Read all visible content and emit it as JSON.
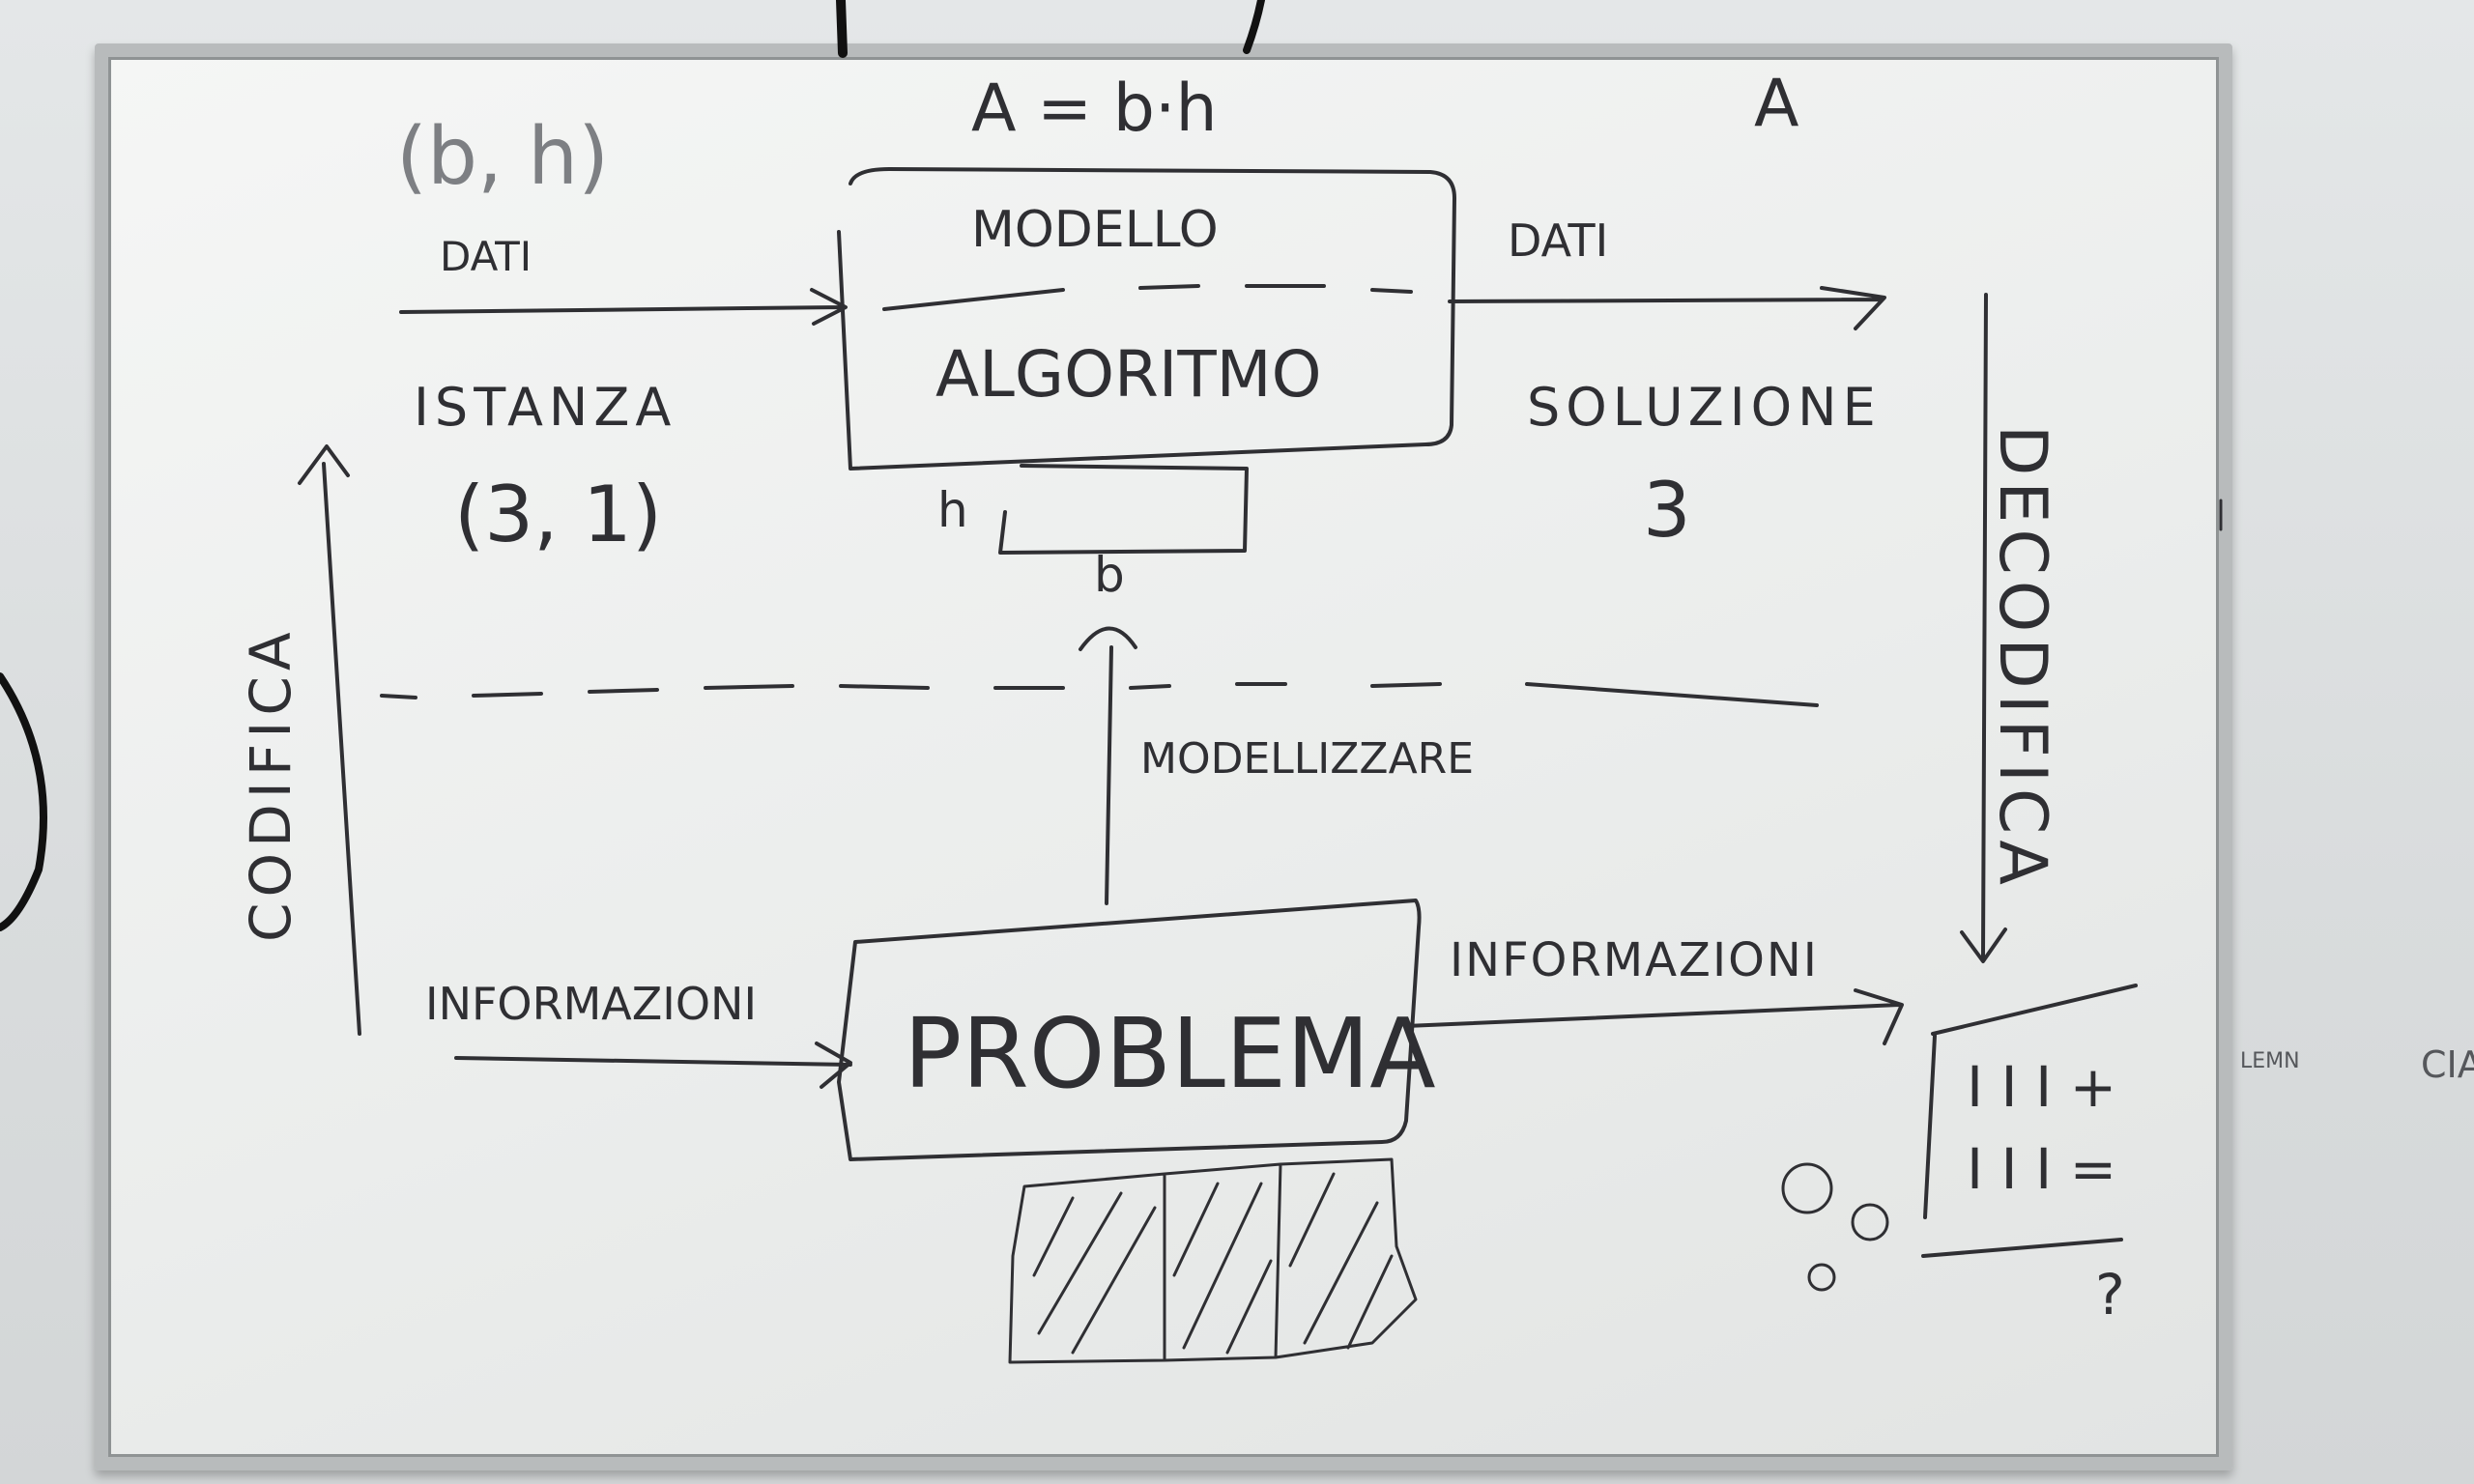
{
  "board": {
    "pair_symbol": "(b, h)",
    "formula": "A = b·h",
    "result_symbol": "A",
    "input_label": "DATI",
    "output_label": "DATI",
    "model_label": "MODELLO",
    "algorithm_label": "ALGORITMO",
    "instance_label": "ISTANZA",
    "instance_value": "(3, 1)",
    "solution_label": "SOLUZIONE",
    "solution_value": "3",
    "rect_height_label": "h",
    "rect_base_label": "b",
    "encode_label": "CODIFICA",
    "decode_label": "DECODIFICA",
    "modelling_label": "MODELLIZZARE",
    "problem_label": "PROBLEMA",
    "info_in_label": "INFORMAZIONI",
    "info_out_label": "INFORMAZIONI",
    "tally_rows": [
      "I I I +",
      "I I I ="
    ],
    "question_mark": "?",
    "wall_note_1": "LEMN",
    "wall_note_2": "CIA"
  },
  "colors": {
    "ink": "#2f2f33",
    "ghost_ink": "#7d7f83",
    "board_white": "#f0f1f0",
    "frame": "#b8bbbc"
  }
}
